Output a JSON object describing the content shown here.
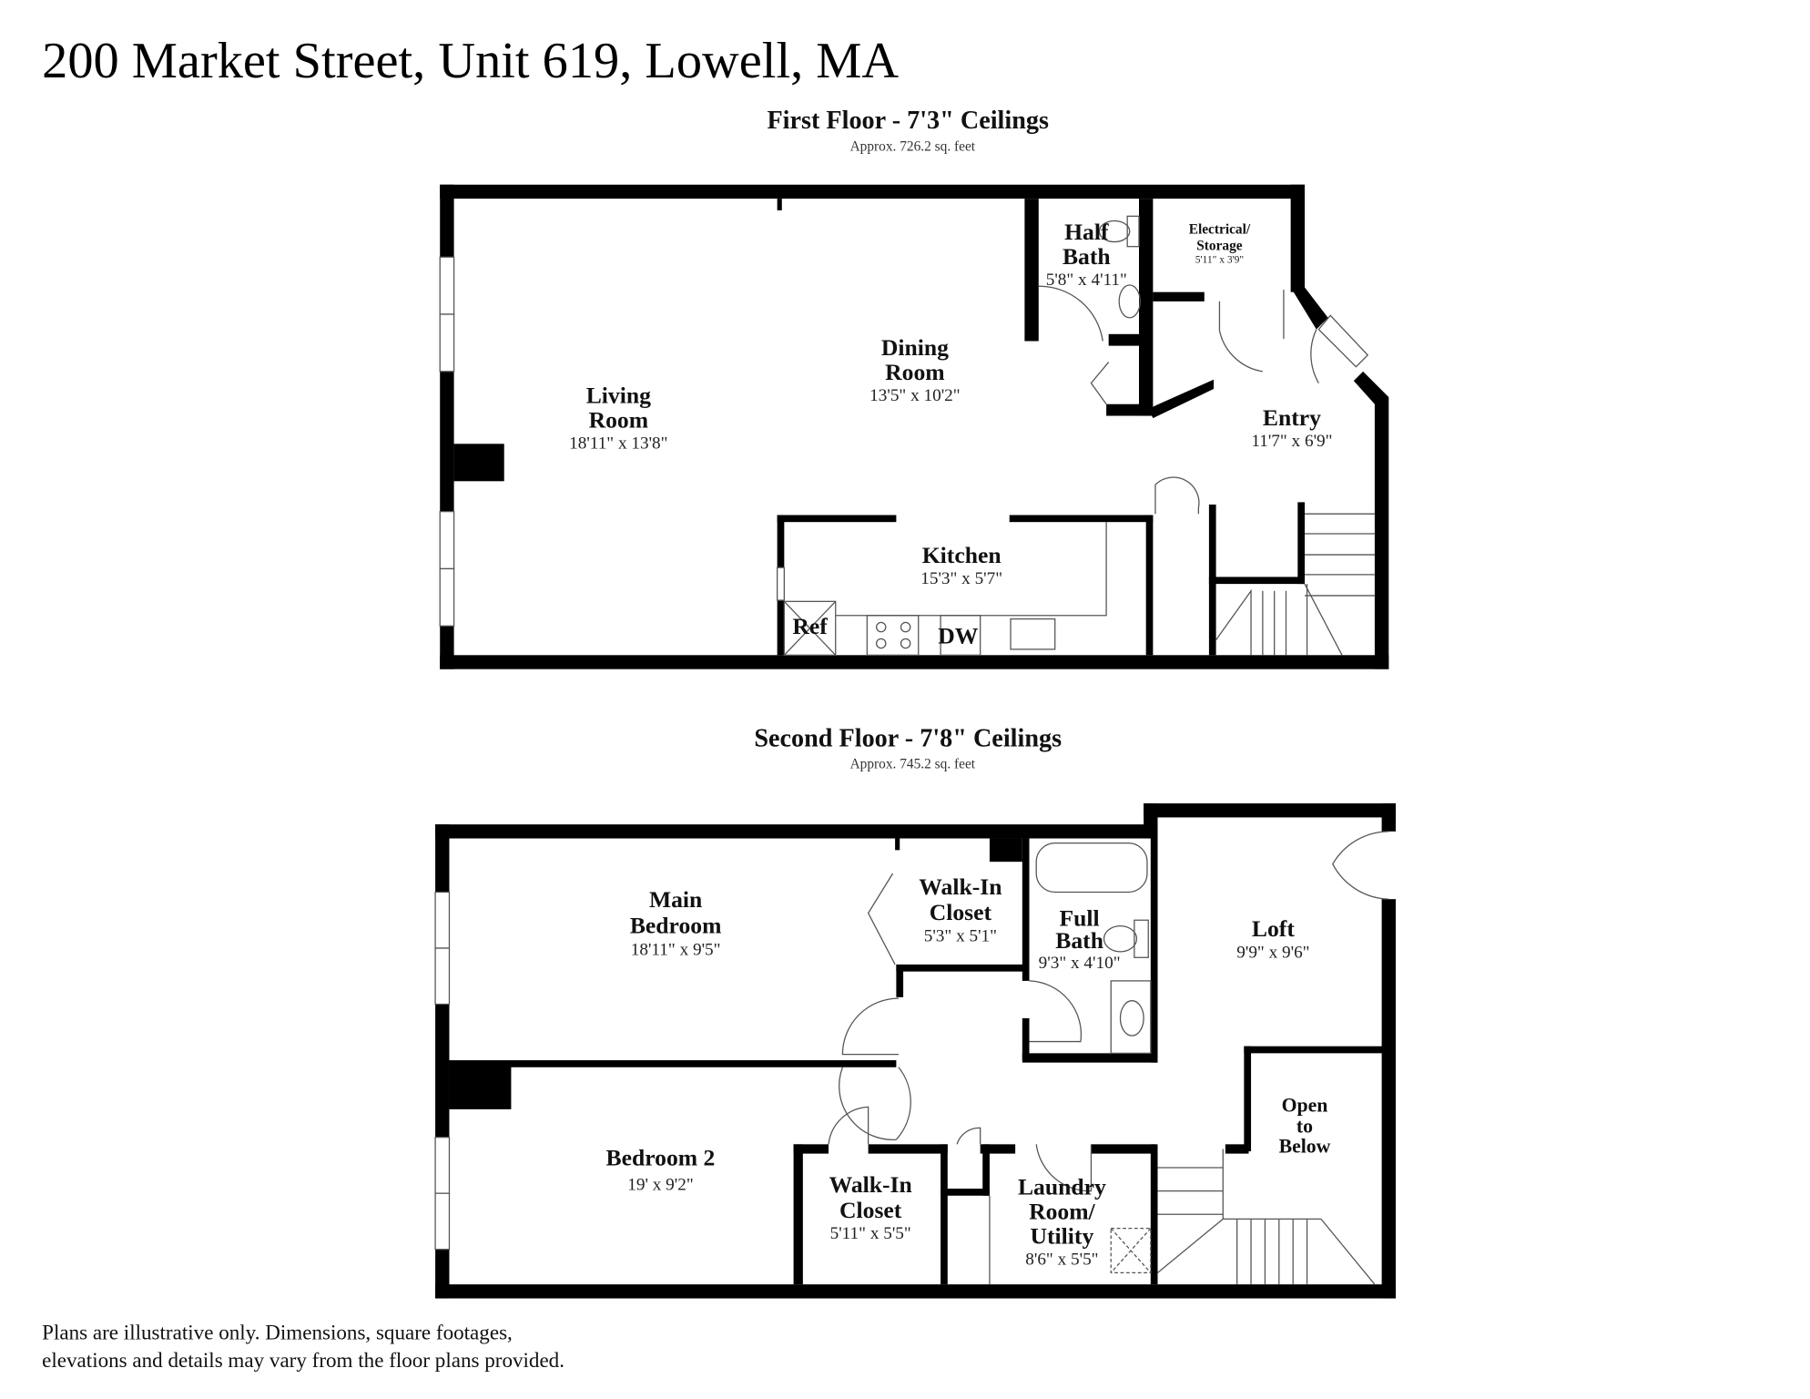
{
  "title": "200 Market Street, Unit 619, Lowell, MA",
  "first_floor": {
    "heading": "First Floor - 7'3\" Ceilings",
    "area": "Approx. 726.2 sq. feet",
    "rooms": {
      "half_bath": {
        "name1": "Half",
        "name2": "Bath",
        "dims": "5'8\" x 4'11\""
      },
      "electrical": {
        "name1": "Electrical/",
        "name2": "Storage",
        "dims": "5'11\" x 3'9\""
      },
      "dining": {
        "name1": "Dining",
        "name2": "Room",
        "dims": "13'5\" x 10'2\""
      },
      "living": {
        "name1": "Living",
        "name2": "Room",
        "dims": "18'11\" x 13'8\""
      },
      "entry": {
        "name1": "Entry",
        "dims": "11'7\" x 6'9\""
      },
      "kitchen": {
        "name1": "Kitchen",
        "dims": "15'3\" x 5'7\""
      }
    },
    "appliances": {
      "ref": "Ref",
      "dw": "DW"
    }
  },
  "second_floor": {
    "heading": "Second Floor - 7'8\" Ceilings",
    "area": "Approx. 745.2 sq. feet",
    "rooms": {
      "main_bedroom": {
        "name1": "Main",
        "name2": "Bedroom",
        "dims": "18'11\" x 9'5\""
      },
      "walk_in_1": {
        "name1": "Walk-In",
        "name2": "Closet",
        "dims": "5'3\" x 5'1\""
      },
      "full_bath": {
        "name1": "Full",
        "name2": "Bath",
        "dims": "9'3\" x 4'10\""
      },
      "loft": {
        "name1": "Loft",
        "dims": "9'9\" x 9'6\""
      },
      "open_below": {
        "name1": "Open",
        "name2": "to",
        "name3": "Below"
      },
      "bedroom2": {
        "name1": "Bedroom 2",
        "dims": "19' x 9'2\""
      },
      "walk_in_2": {
        "name1": "Walk-In",
        "name2": "Closet",
        "dims": "5'11\" x 5'5\""
      },
      "laundry": {
        "name1": "Laundry",
        "name2": "Room/",
        "name3": "Utility",
        "dims": "8'6\" x 5'5\""
      }
    }
  },
  "disclaimer": {
    "line1": "Plans are illustrative only. Dimensions, square footages,",
    "line2": "elevations and details may vary from the floor plans provided."
  }
}
